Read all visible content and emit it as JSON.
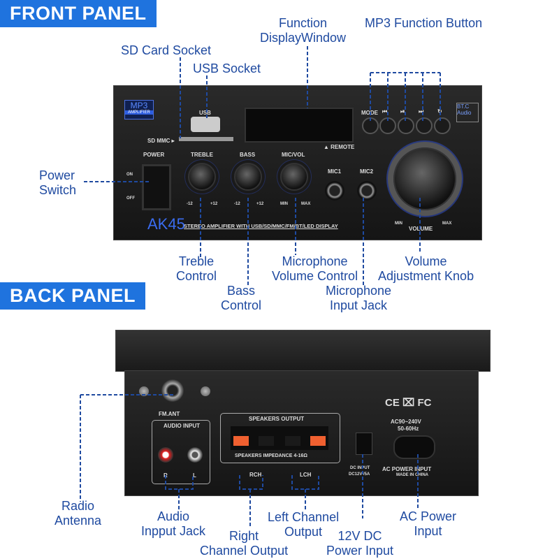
{
  "front_banner": "FRONT PANEL",
  "back_banner": "BACK PANEL",
  "front_callouts": {
    "sd_card": "SD Card Socket",
    "usb": "USB Socket",
    "display": [
      "Function",
      "DisplayWindow"
    ],
    "mp3_buttons": "MP3 Function Button",
    "power": [
      "Power",
      "Switch"
    ],
    "treble": [
      "Treble",
      "Control"
    ],
    "bass": [
      "Bass",
      "Control"
    ],
    "mic_vol": [
      "Microphone",
      "Volume Control"
    ],
    "mic_jack": [
      "Microphone",
      "Input Jack"
    ],
    "volume": [
      "Volume",
      "Adjustment Knob"
    ]
  },
  "back_callouts": {
    "radio": [
      "Radio",
      "Antenna"
    ],
    "audio_in": [
      "Audio",
      "Inpput Jack"
    ],
    "right": [
      "Right",
      "Channel Output"
    ],
    "left": [
      "Left Channel",
      "Output"
    ],
    "dc": [
      "12V DC",
      "Power Input"
    ],
    "ac": [
      "AC Power",
      "Input"
    ]
  },
  "front_panel": {
    "mp3_badge": "MP3",
    "mp3_sub": "AMPLIFIER",
    "usb": "USB",
    "sd": "SD MMC ▸",
    "power": "POWER",
    "on": "ON",
    "off": "OFF",
    "treble": "TREBLE",
    "bass": "BASS",
    "micvol": "MIC/VOL",
    "m12": "-12",
    "p12": "+12",
    "min": "MIN",
    "max": "MAX",
    "remote": "▲ REMOTE",
    "mic1": "MIC1",
    "mic2": "MIC2",
    "mode": "MODE",
    "model": "AK45",
    "tagline": "STEREO AMPLIFIER WITH USB/SD/MMC/FM/BT/LED DISPLAY",
    "volume": "VOLUME",
    "bt": "BT.C Audio",
    "buttons": [
      "⏮",
      "⏯",
      "⏭",
      "↻"
    ]
  },
  "back_panel": {
    "fm": "FM.ANT",
    "audio_input": "AUDIO INPUT",
    "r": "R",
    "l": "L",
    "speakers": "SPEAKERS OUTPUT",
    "impedance": "SPEAKERS IMPEDANCE 4-16Ω",
    "rch": "RCH",
    "lch": "LCH",
    "dc1": "DC INPUT",
    "dc2": "DC12V /5A",
    "ac1": "AC90~240V",
    "ac2": "50-60Hz",
    "ac_in": "AC POWER INPUT",
    "made": "MADE IN CHINA",
    "cert": "CE  ⌧  FC"
  }
}
